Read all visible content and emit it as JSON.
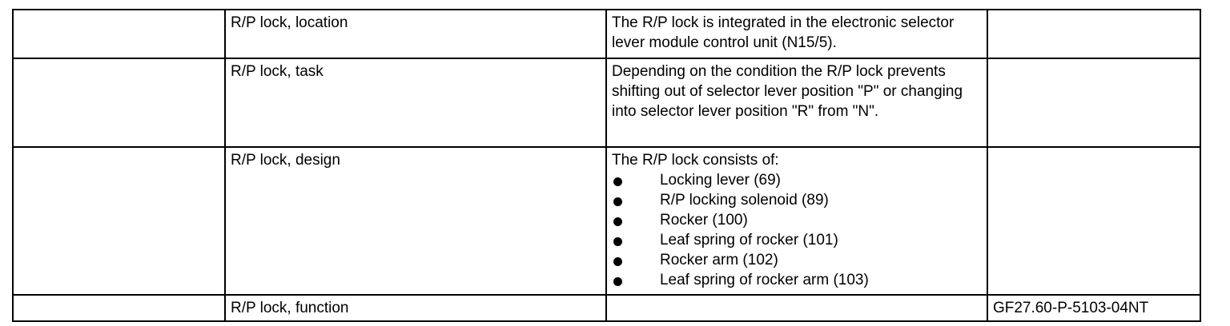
{
  "rows": [
    {
      "topic": "R/P lock, location",
      "description": "The R/P lock is integrated in the electronic selector lever module control unit (N15/5).",
      "reference": ""
    },
    {
      "topic": "R/P lock, task",
      "description": "Depending on the condition the R/P lock prevents shifting out of selector lever position \"P\" or changing into selector lever position \"R\" from \"N\".",
      "reference": ""
    },
    {
      "topic": "R/P lock, design",
      "description_intro": "The R/P lock consists of:",
      "items": [
        "Locking lever (69)",
        "R/P locking solenoid (89)",
        "Rocker (100)",
        "Leaf spring of rocker (101)",
        "Rocker arm (102)",
        "Leaf spring of rocker arm (103)"
      ],
      "bullet_icon": "filled-circle-bullet",
      "reference": ""
    },
    {
      "topic": "R/P lock, function",
      "description": "",
      "reference": "GF27.60-P-5103-04NT"
    }
  ]
}
